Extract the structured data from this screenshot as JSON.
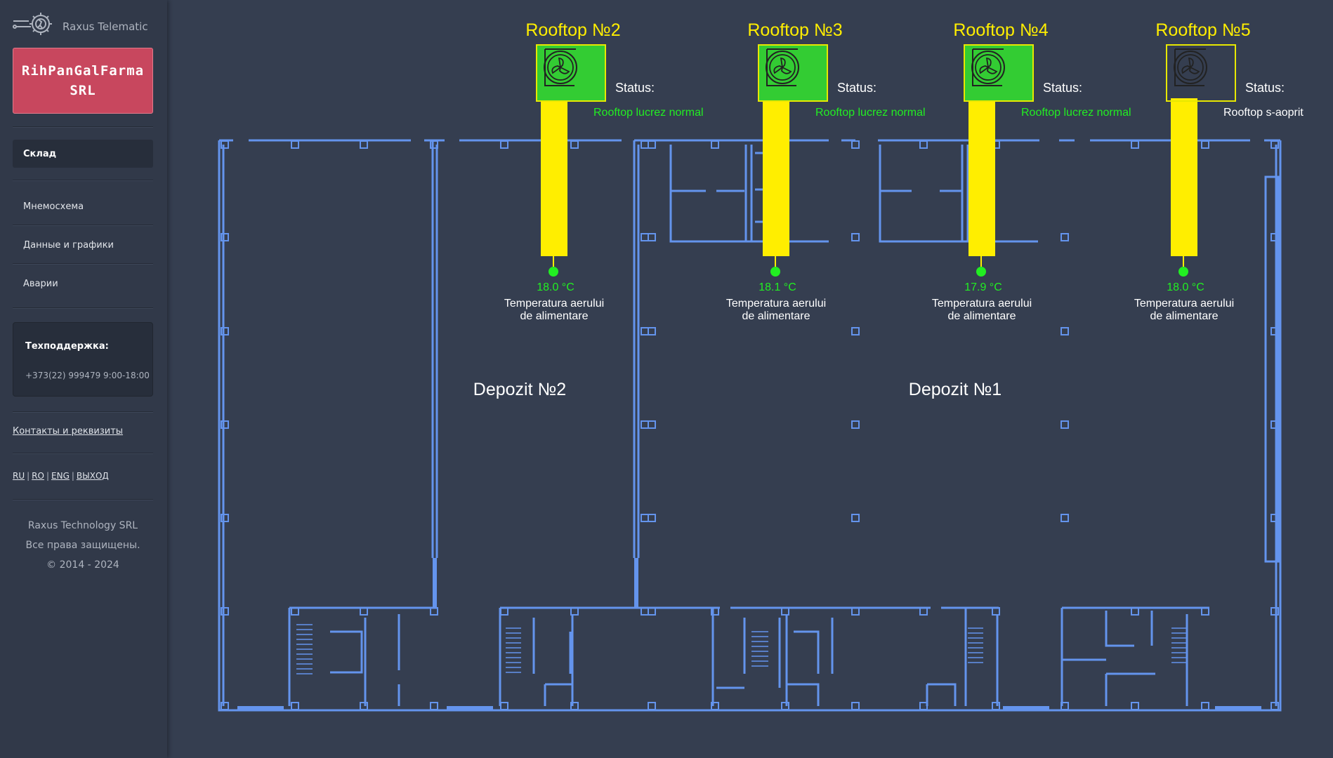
{
  "sidebar": {
    "brand": "Raxus Telematic",
    "company_line1": "RihPanGalFarma",
    "company_line2": "SRL",
    "active_item": "Склад",
    "nav": [
      "Мнемосхема",
      "Данные и графики",
      "Аварии"
    ],
    "support_title": "Техподдержка:",
    "support_phone": "+373(22) 999479 9:00-18:00",
    "contacts": "Контакты и реквизиты",
    "languages": [
      "RU",
      "RO",
      "ENG",
      "ВЫХОД"
    ],
    "footer_company": "Raxus Technology SRL",
    "footer_rights": "Все права защищены.",
    "footer_years": "© 2014 - 2024"
  },
  "colors": {
    "plan_lines": "#6494ed",
    "duct": "#ffee00",
    "unit_on": "#33cc33",
    "unit_border": "#e8e800",
    "ok_text": "#22ee22",
    "background": "#353e50"
  },
  "rooftops": [
    {
      "title": "Rooftop №2",
      "status_label": "Status:",
      "status": "Rooftop lucrez normal",
      "running": true,
      "temp": "18.0 °C",
      "temp_label_1": "Temperatura aerului",
      "temp_label_2": "de alimentare"
    },
    {
      "title": "Rooftop №3",
      "status_label": "Status:",
      "status": "Rooftop lucrez normal",
      "running": true,
      "temp": "18.1 °C",
      "temp_label_1": "Temperatura aerului",
      "temp_label_2": "de alimentare"
    },
    {
      "title": "Rooftop №4",
      "status_label": "Status:",
      "status": "Rooftop lucrez normal",
      "running": true,
      "temp": "17.9 °C",
      "temp_label_1": "Temperatura aerului",
      "temp_label_2": "de alimentare"
    },
    {
      "title": "Rooftop №5",
      "status_label": "Status:",
      "status": "Rooftop s-aoprit",
      "running": false,
      "temp": "18.0 °C",
      "temp_label_1": "Temperatura aerului",
      "temp_label_2": "de alimentare"
    }
  ],
  "zones": [
    "Depozit №2",
    "Depozit №1"
  ]
}
